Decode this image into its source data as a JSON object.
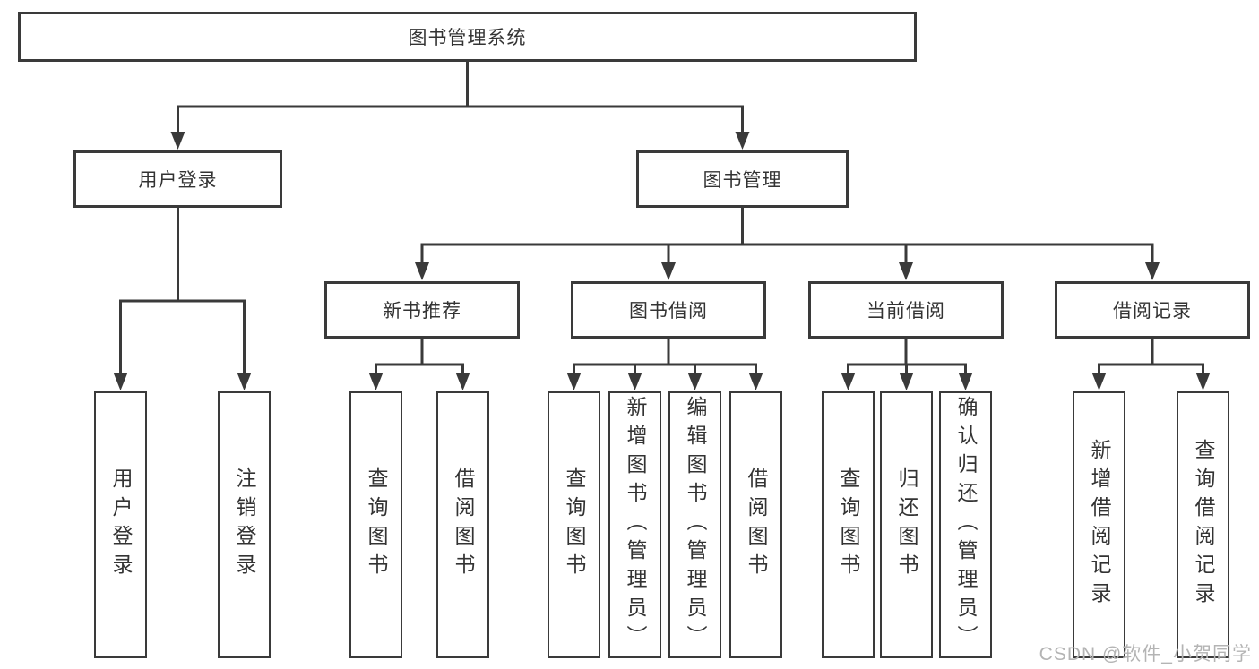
{
  "diagram_title": "图书管理系统",
  "watermark": "CSDN @软件_小贺同学",
  "colors": {
    "line": "#3a3a3a",
    "box_border": "#3a3a3a",
    "text": "#333333",
    "watermark": "#b4b4b4",
    "background": "#ffffff"
  },
  "tree": {
    "root": "图书管理系统",
    "login": {
      "label": "用户登录",
      "children": [
        "用户登录",
        "注销登录"
      ]
    },
    "manage": {
      "label": "图书管理",
      "groups": [
        {
          "label": "新书推荐",
          "children": [
            "查询图书",
            "借阅图书"
          ]
        },
        {
          "label": "图书借阅",
          "children": [
            "查询图书",
            "新增图书（管理员）",
            "编辑图书（管理员）",
            "借阅图书"
          ]
        },
        {
          "label": "当前借阅",
          "children": [
            "查询图书",
            "归还图书",
            "确认归还（管理员）"
          ]
        },
        {
          "label": "借阅记录",
          "children": [
            "新增借阅记录",
            "查询借阅记录"
          ]
        }
      ]
    }
  }
}
